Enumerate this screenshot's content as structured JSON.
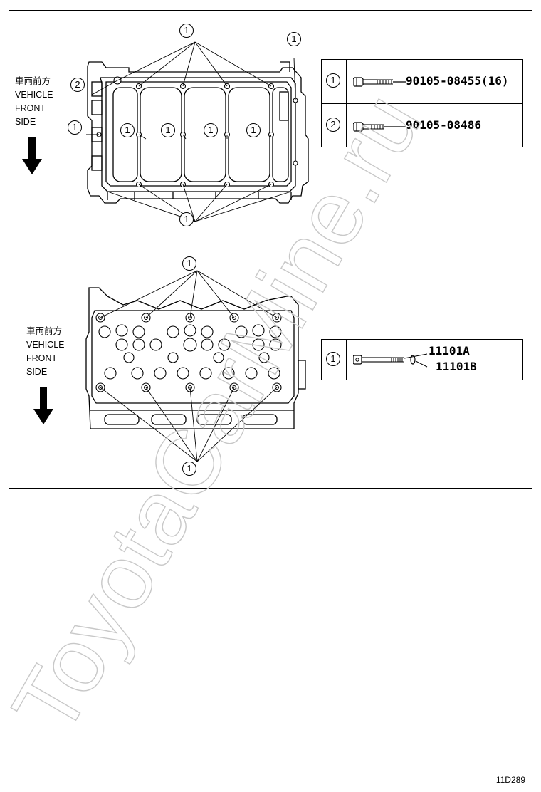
{
  "direction_label": {
    "ja": "車両前方",
    "line1": "VEHICLE",
    "line2": "FRONT",
    "line3": "SIDE"
  },
  "top_panel": {
    "callouts": [
      "1",
      "1",
      "2",
      "1",
      "1",
      "1",
      "1",
      "1",
      "1"
    ],
    "legend": [
      {
        "index": "1",
        "part_number": "90105-08455(16)"
      },
      {
        "index": "2",
        "part_number": "90105-08486"
      }
    ]
  },
  "bottom_panel": {
    "callouts": [
      "1",
      "1"
    ],
    "legend": [
      {
        "index": "1",
        "part_numbers": [
          "11101A",
          "11101B"
        ]
      }
    ]
  },
  "watermark": "ToyotaCarMine.ru",
  "diagram_code": "11D289"
}
